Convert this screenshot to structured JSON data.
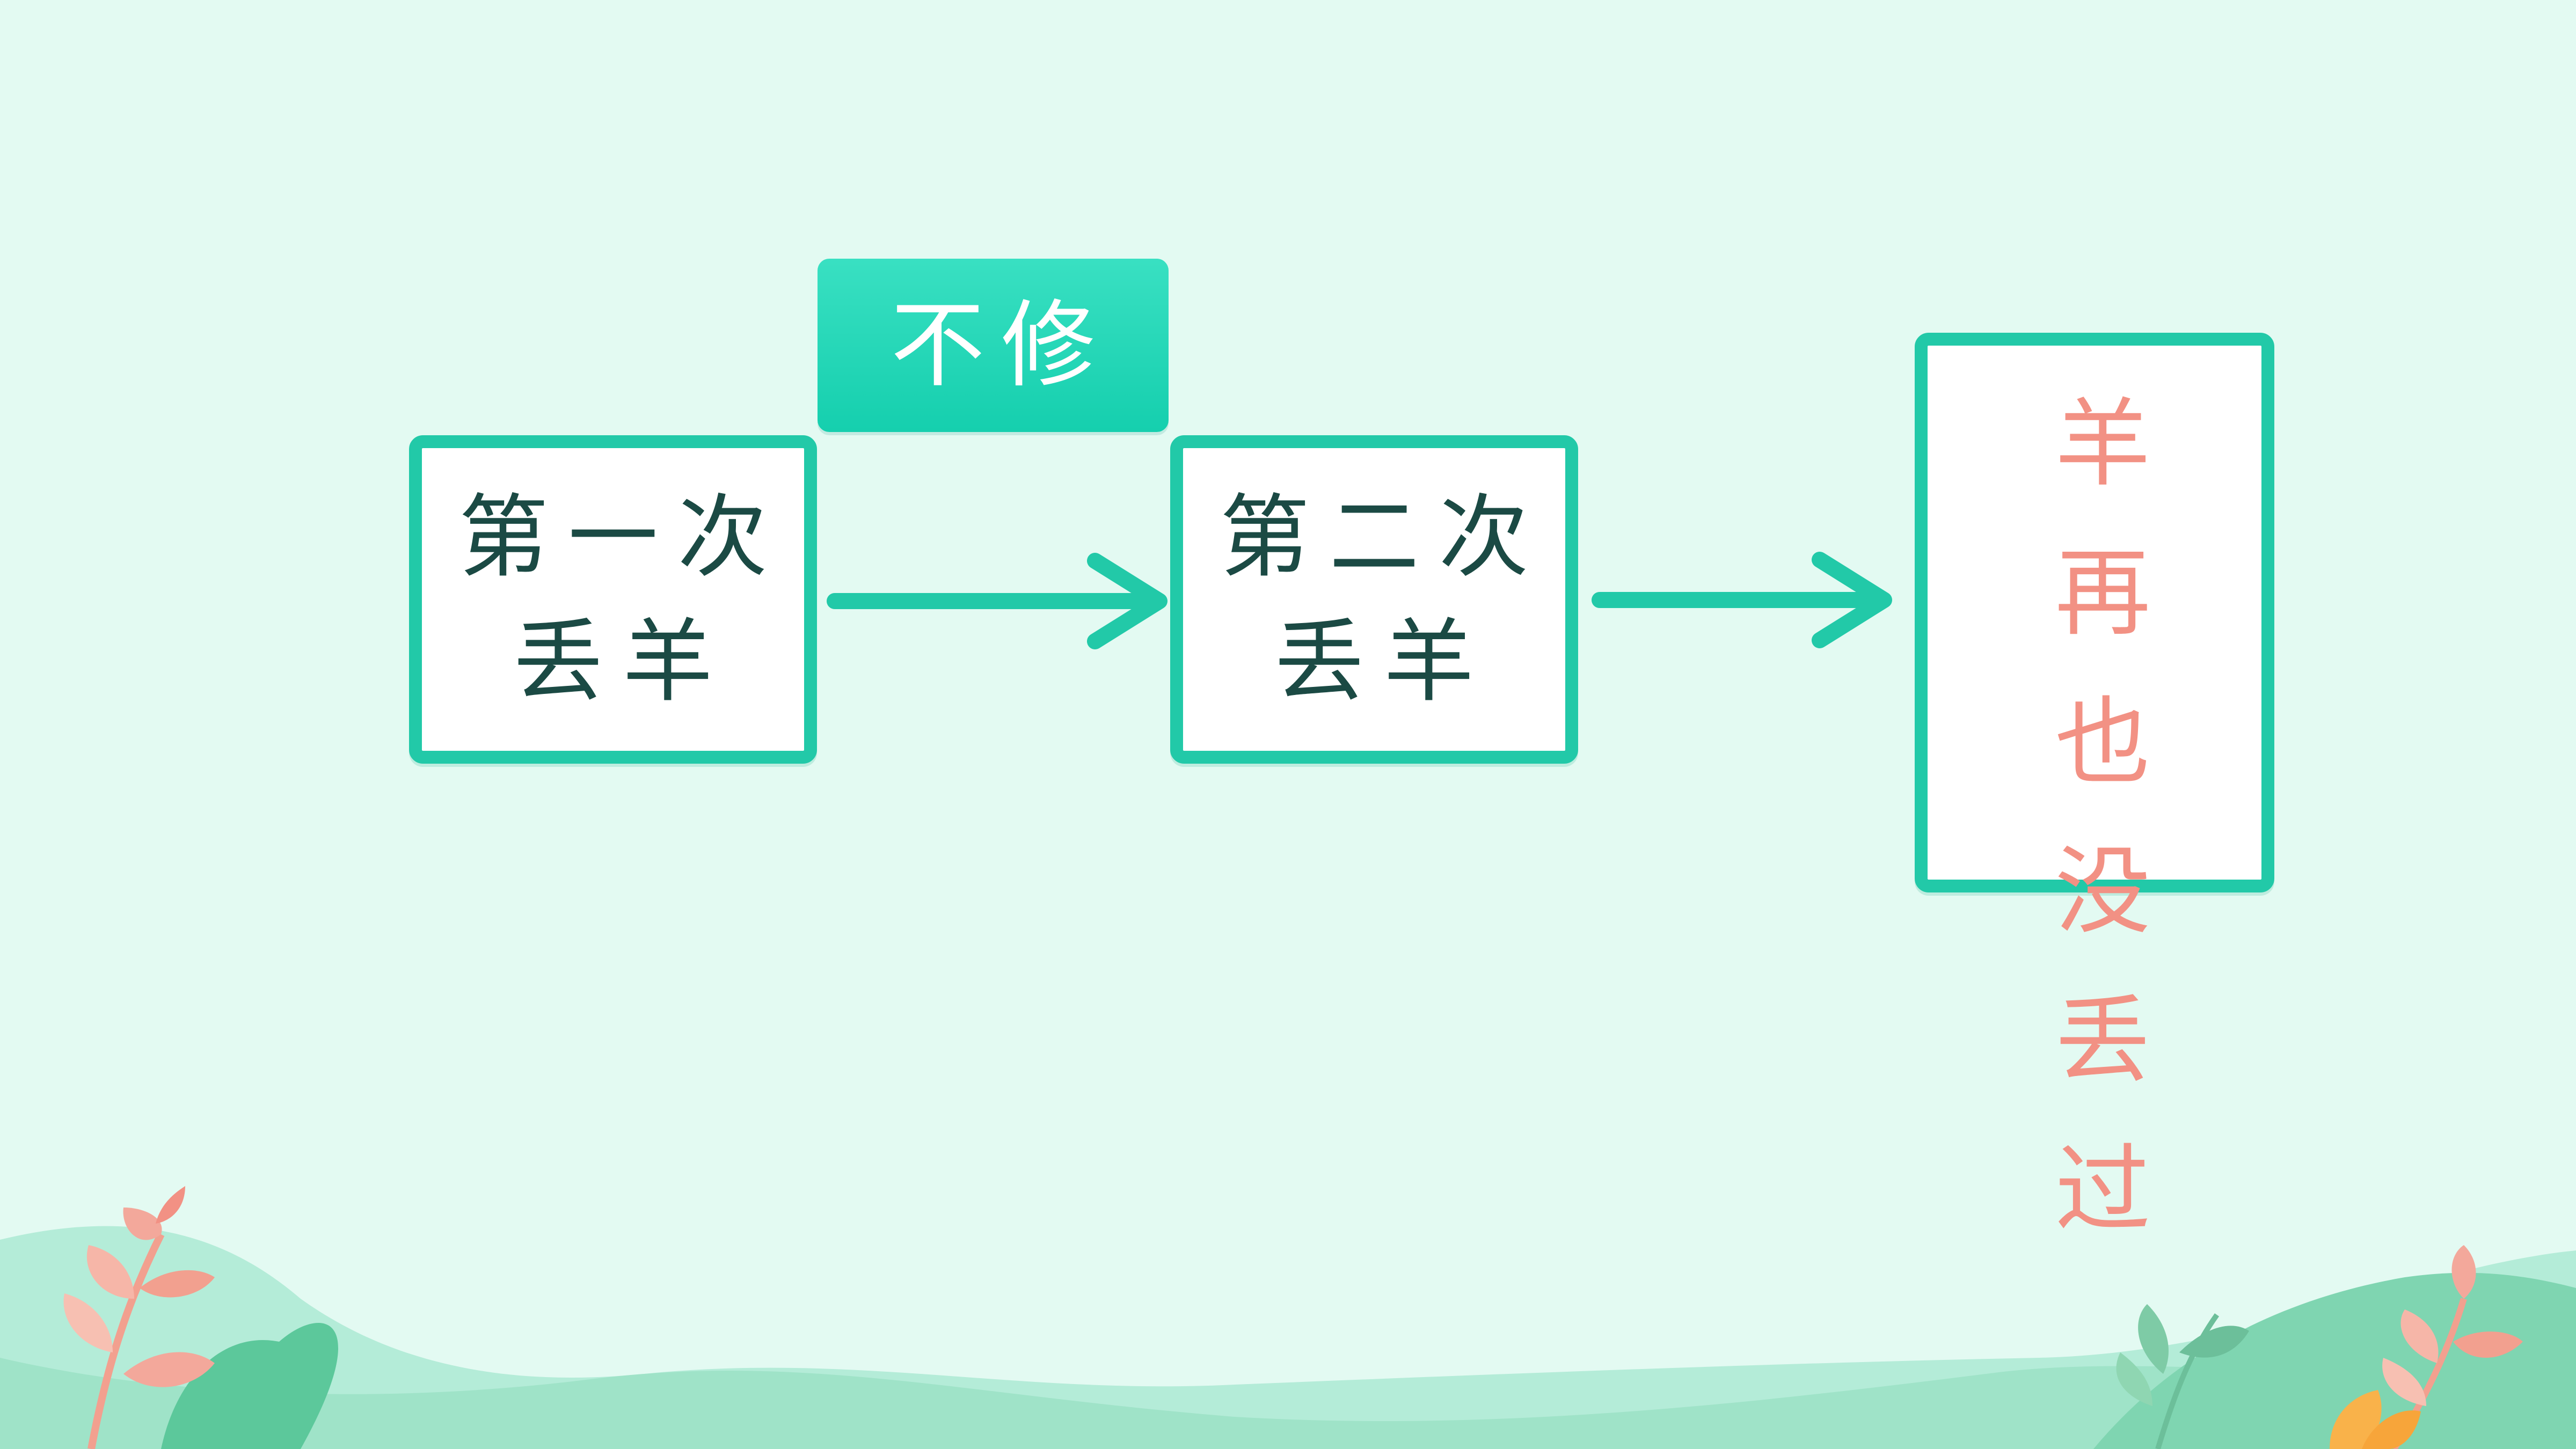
{
  "colors": {
    "background": "#e3faf2",
    "box_border": "#22c9a8",
    "box_text": "#1b4a44",
    "result_text": "#f29184",
    "tag_fill": "#1fd6b4",
    "tag_text": "#ffffff",
    "arrow": "#22c9a8"
  },
  "steps": [
    {
      "line1": "第一次",
      "line2": "丢羊"
    },
    {
      "line1": "第二次",
      "line2": "丢羊"
    }
  ],
  "condition_tag": "不修",
  "result_text": "羊再也没丢过",
  "decorations": {
    "left_plant": "leaf-sprig-icon",
    "right_plant": "leaf-sprig-icon",
    "ground": "green-wave-ground"
  }
}
